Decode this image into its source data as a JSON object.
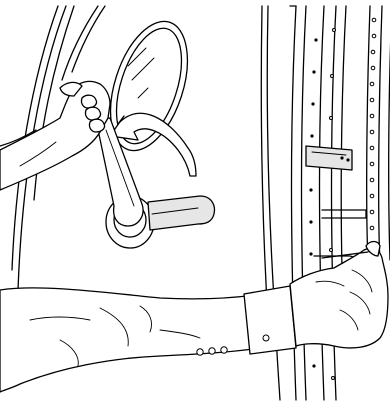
{
  "illustration": {
    "kind": "line-drawing",
    "subject": "aircraft-door-opening-procedure",
    "elements": [
      "door-frame",
      "viewing-window",
      "door-handle",
      "rotation-arrow",
      "left-hand-on-handle",
      "right-arm-sleeve",
      "right-hand-gripping-frame-edge",
      "door-arm-latch",
      "cuff-buttons"
    ],
    "colors": {
      "line": "#000000",
      "fill": "#ffffff",
      "shade": "#e6e6e6"
    }
  }
}
